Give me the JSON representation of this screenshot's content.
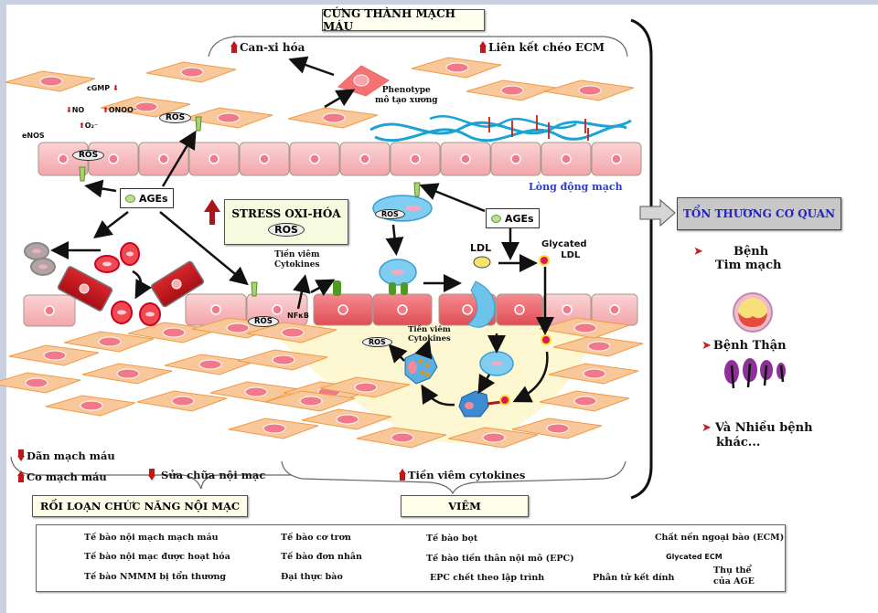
{
  "diagram": {
    "title": "CỨNG THÀNH MẠCH MÁU",
    "top_labels": {
      "calcification": "Can-xi hóa",
      "ecm_crosslink": "Liên kết chéo ECM",
      "osteoblast_phenotype_line1": "Phenotype",
      "osteoblast_phenotype_line2": "mô tạo xương"
    },
    "left_signaling": {
      "enos": "eNOS",
      "no": "NO",
      "onoo": "ONOO⁻",
      "o2": "O₂⁻",
      "cgmp": "cGMP",
      "ros": "ROS"
    },
    "ages_label": "AGEs",
    "ros_label": "ROS",
    "nfkb_label": "NFκB",
    "stress_box": {
      "title": "STRESS OXI-HÓA",
      "ros": "ROS"
    },
    "cytokines_line1": "Tiền viêm",
    "cytokines_line2": "Cytokines",
    "lumen_label": "Lòng động mạch",
    "ldl_label": "LDL",
    "glycated_ldl_line1": "Glycated",
    "glycated_ldl_line2": "LDL",
    "bottom_left": {
      "vasodilation": "Dãn mạch máu",
      "vasoconstriction": "Co mạch máu",
      "endothelial_repair": "Sửa chữa nội mạc",
      "box": "RỐI LOẠN CHỨC NĂNG NỘI MẠC"
    },
    "bottom_right": {
      "cytokines": "Tiền viêm cytokines",
      "box": "VIÊM"
    },
    "organ_damage": {
      "box": "TỔN THƯƠNG CƠ QUAN",
      "items": [
        {
          "line1": "Bệnh",
          "line2": "Tim mạch"
        },
        {
          "line1": "Bệnh Thận",
          "line2": ""
        },
        {
          "line1": "Và Nhiều bệnh",
          "line2": "khác..."
        }
      ]
    },
    "colors": {
      "endothelial": "#f6b9bd",
      "activated_endothelial": "#ee6a70",
      "damaged_endothelial": "#c4161c",
      "smooth_muscle": "#f8c89a",
      "monocyte": "#7fcdf0",
      "ecm": "#1aa3d4",
      "arrow_red": "#c0161c",
      "lumen_text": "#2a3ec8",
      "organ_text": "#2323c8",
      "intima": "#fdf8d2"
    }
  },
  "legend": {
    "items": [
      "Tế bào nội mạch mạch máu",
      "Tế bào nội mạc được hoạt hóa",
      "Tế bào NMMM bị tổn thương",
      "Tế bào cơ trơn",
      "Tế bào đơn nhân",
      "Đại thực bào",
      "Tế bào bọt",
      "Tế bào tiền thân nội mô (EPC)",
      "EPC chết theo lập trình",
      "Chất nền ngoại bào (ECM)",
      "Glycated ECM",
      "Phân tử kết dính",
      "Thụ thể",
      "của AGE"
    ]
  }
}
